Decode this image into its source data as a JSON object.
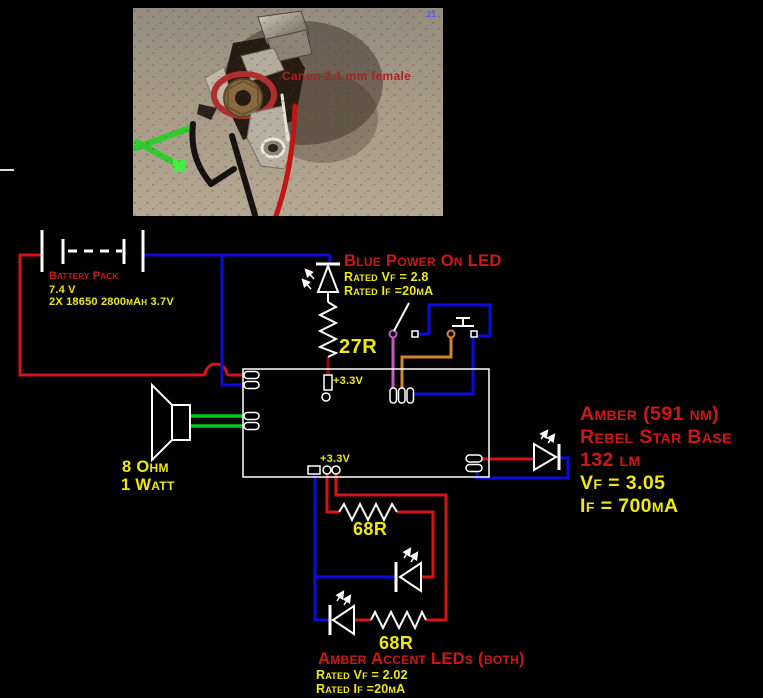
{
  "photo": {
    "caption": "Canon 2.1 mm female",
    "corner_mark": "21"
  },
  "battery": {
    "name": "Battery Pack",
    "voltage": "7.4 V",
    "cells": "2X 18650 2800mAh 3.7V"
  },
  "blue_led": {
    "title": "Blue Power On LED",
    "rated_vf": "Rated Vf = 2.8",
    "rated_if": "Rated If =20mA"
  },
  "resistor_27": "27R",
  "rail_top": "+3.3V",
  "rail_bottom": "+3.3V",
  "speaker": {
    "impedance": "8 Ohm",
    "power": "1 Watt"
  },
  "amber_star": {
    "line1": "Amber (591 nm)",
    "line2": "Rebel Star Base",
    "line3": "132 lm",
    "line4": "Vf = 3.05",
    "line5": "If = 700mA"
  },
  "resistor_68_top": "68R",
  "resistor_68_bottom": "68R",
  "accent_leds": {
    "title": "Amber Accent LEDs (both)",
    "rated_vf": "Rated Vf = 2.02",
    "rated_if": "Rated If =20mA"
  },
  "colors": {
    "background": "#000000",
    "wire_red": "#d41414",
    "wire_blue": "#0b0bdc",
    "wire_dark_red": "#8e0b0b",
    "wire_magenta": "#c45ac4",
    "wire_orange": "#d2852f",
    "wire_green": "#00cc1a",
    "symbol_white": "#ffffff",
    "label_red": "#cf1616",
    "label_yellow": "#efe80e"
  }
}
